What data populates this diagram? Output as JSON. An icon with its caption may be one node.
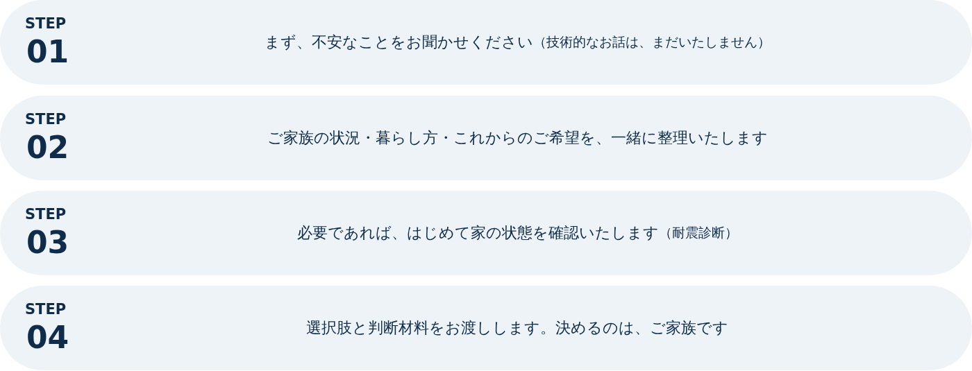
{
  "diagram": {
    "nodes": [
      {
        "text": [
          "STEP",
          "01",
          "まず、不安なことをお聞かせください",
          "（技術的なお話は、まだいたしません）"
        ]
      },
      {
        "text": [
          "STEP",
          "02",
          "ご家族の状況・暮らし方・これからのご希望を、一緒に整理いたします"
        ]
      },
      {
        "text": [
          "STEP",
          "03",
          "必要であれば、はじめて家の状態を確認いたします",
          "（耐震診断）"
        ]
      },
      {
        "text": [
          "STEP",
          "04",
          "選択肢と判断材料をお渡しします。決めるのは、ご家族です"
        ]
      }
    ]
  }
}
